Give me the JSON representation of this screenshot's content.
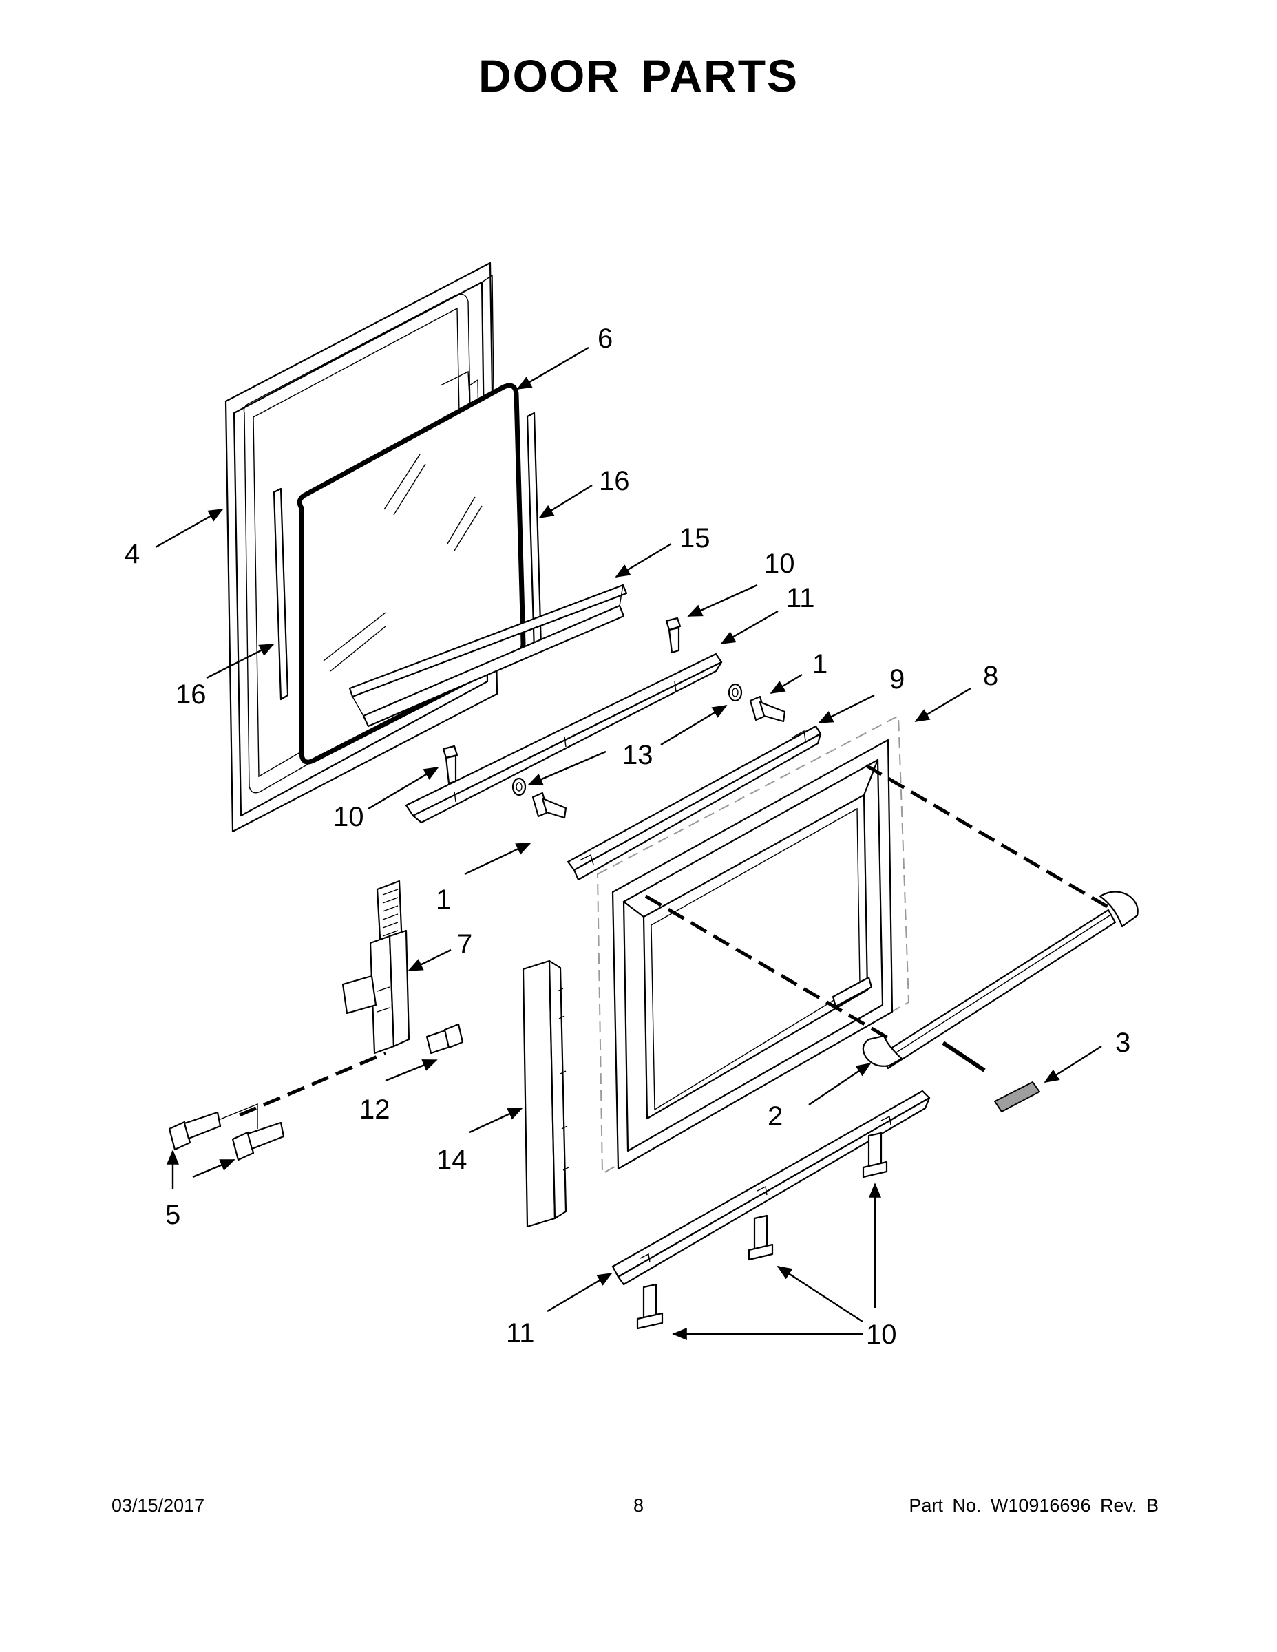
{
  "title": "DOOR PARTS",
  "callouts": [
    {
      "id": "c4",
      "label": "4"
    },
    {
      "id": "c6",
      "label": "6"
    },
    {
      "id": "c16a",
      "label": "16"
    },
    {
      "id": "c16b",
      "label": "16"
    },
    {
      "id": "c15",
      "label": "15"
    },
    {
      "id": "c10a",
      "label": "10"
    },
    {
      "id": "c11a",
      "label": "11"
    },
    {
      "id": "c1a",
      "label": "1"
    },
    {
      "id": "c9",
      "label": "9"
    },
    {
      "id": "c8",
      "label": "8"
    },
    {
      "id": "c13",
      "label": "13"
    },
    {
      "id": "c10b",
      "label": "10"
    },
    {
      "id": "c1b",
      "label": "1"
    },
    {
      "id": "c7",
      "label": "7"
    },
    {
      "id": "c12",
      "label": "12"
    },
    {
      "id": "c14",
      "label": "14"
    },
    {
      "id": "c5",
      "label": "5"
    },
    {
      "id": "c3",
      "label": "3"
    },
    {
      "id": "c2",
      "label": "2"
    },
    {
      "id": "c11b",
      "label": "11"
    },
    {
      "id": "c10c",
      "label": "10"
    }
  ],
  "footer": {
    "date": "03/15/2017",
    "page": "8",
    "part_number": "Part No.  W10916696  Rev.  B"
  }
}
